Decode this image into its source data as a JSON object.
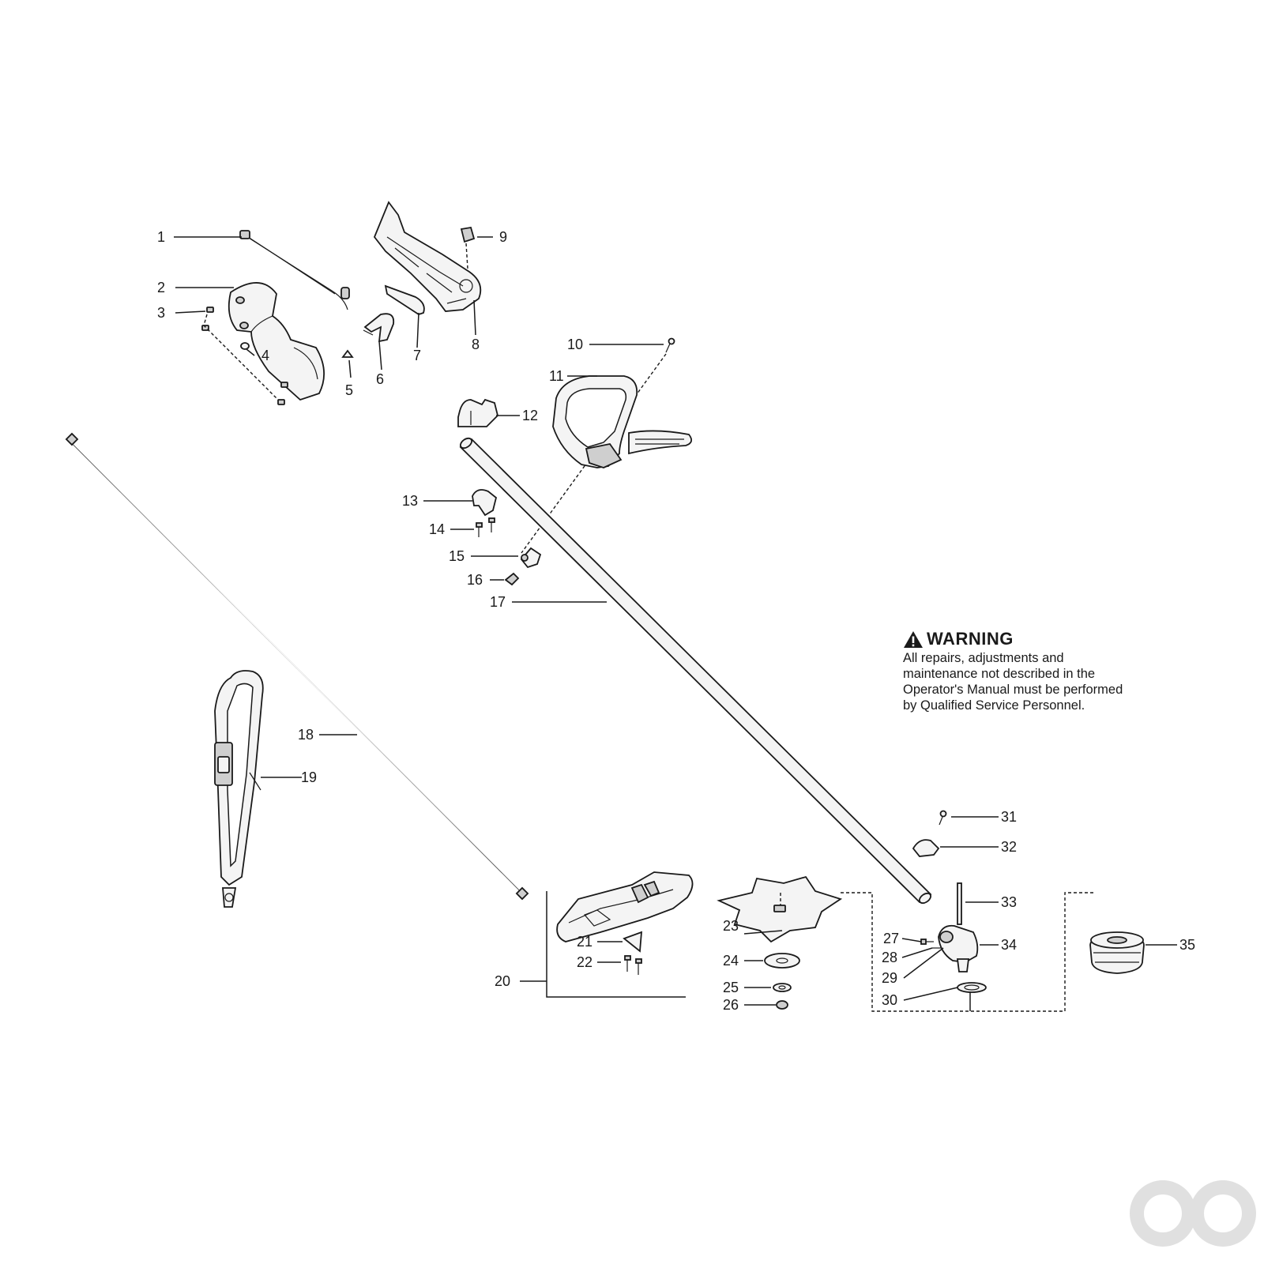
{
  "callouts": [
    "1",
    "2",
    "3",
    "4",
    "5",
    "6",
    "7",
    "8",
    "9",
    "10",
    "11",
    "12",
    "13",
    "14",
    "15",
    "16",
    "17",
    "18",
    "19",
    "20",
    "21",
    "22",
    "23",
    "24",
    "25",
    "26",
    "27",
    "28",
    "29",
    "30",
    "31",
    "32",
    "33",
    "34",
    "35"
  ],
  "warning": {
    "icon": "warning-triangle-icon",
    "title": "WARNING",
    "body": "All repairs, adjustments and maintenance not described in the Operator's Manual must be performed by Qualified Service Personnel."
  },
  "logo": {
    "icon": "double-circle-logo-icon",
    "color": "#e0e0e0"
  }
}
